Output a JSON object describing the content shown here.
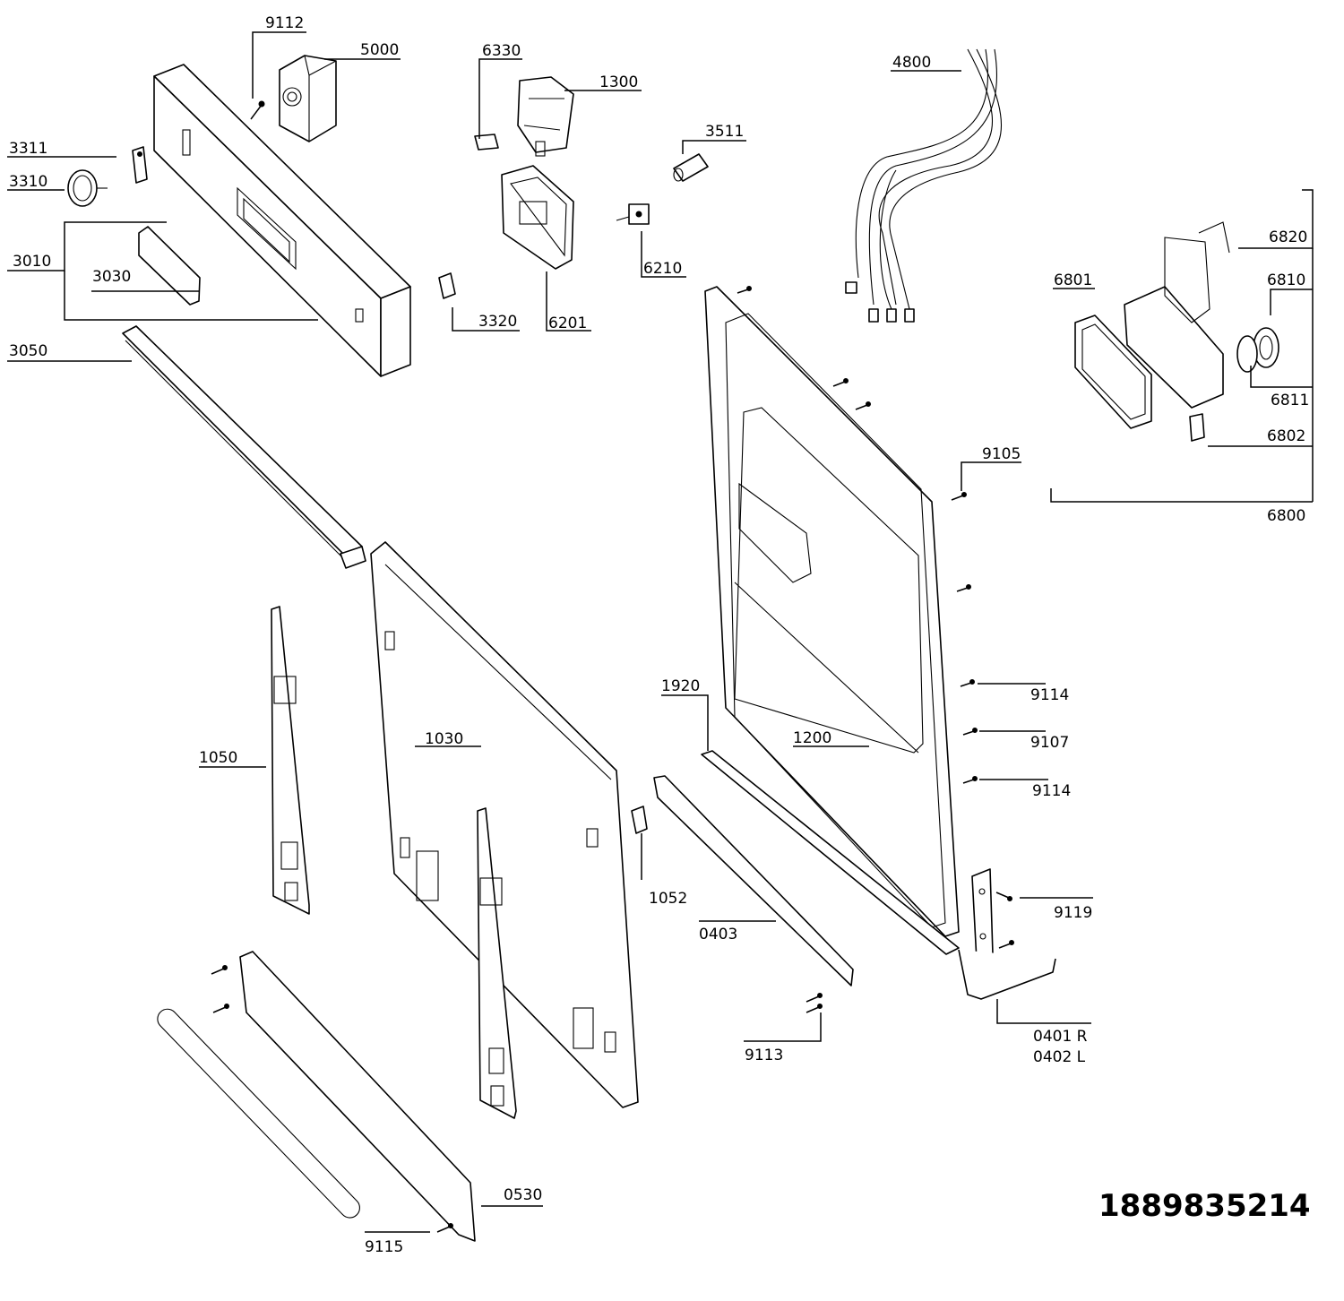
{
  "document_number": "1889835214",
  "labels": {
    "p9112": "9112",
    "p5000": "5000",
    "p6330": "6330",
    "p1300": "1300",
    "p4800": "4800",
    "p3511": "3511",
    "p3311": "3311",
    "p3310": "3310",
    "p3010": "3010",
    "p3030": "3030",
    "p6210": "6210",
    "p3320": "3320",
    "p6201": "6201",
    "p3050": "3050",
    "p6820": "6820",
    "p6801": "6801",
    "p6810": "6810",
    "p6811": "6811",
    "p6802": "6802",
    "p6800": "6800",
    "p9105": "9105",
    "p1920": "1920",
    "p1030": "1030",
    "p1200": "1200",
    "p9114a": "9114",
    "p9107": "9107",
    "p9114b": "9114",
    "p1050": "1050",
    "p1052": "1052",
    "p9119": "9119",
    "p0403": "0403",
    "p0401": "0401 R",
    "p0402": "0402 L",
    "p9113": "9113",
    "p0530": "0530",
    "p9115": "9115"
  }
}
